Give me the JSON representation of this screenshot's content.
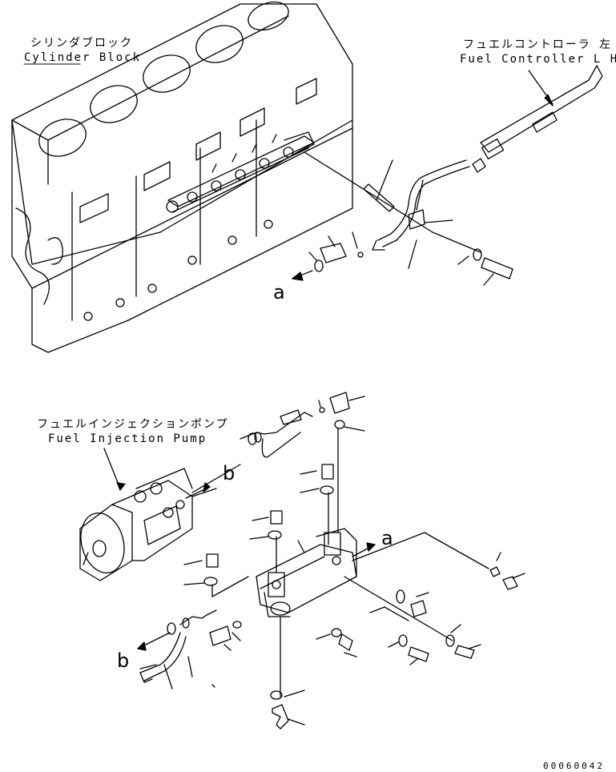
{
  "labels": {
    "cylinder_block_jp": "シリンダブロック",
    "cylinder_block_en": "Cylinder Block",
    "fuel_controller_jp": "フュエルコントローラ 左",
    "fuel_controller_en": "Fuel Controller L H",
    "injection_pump_jp": "フュエルインジェクションポンプ",
    "injection_pump_en": "Fuel Injection Pump"
  },
  "callouts": {
    "a_upper": "a",
    "a_lower": "a",
    "b_upper": "b",
    "b_lower": "b"
  },
  "document_number": "00060042"
}
